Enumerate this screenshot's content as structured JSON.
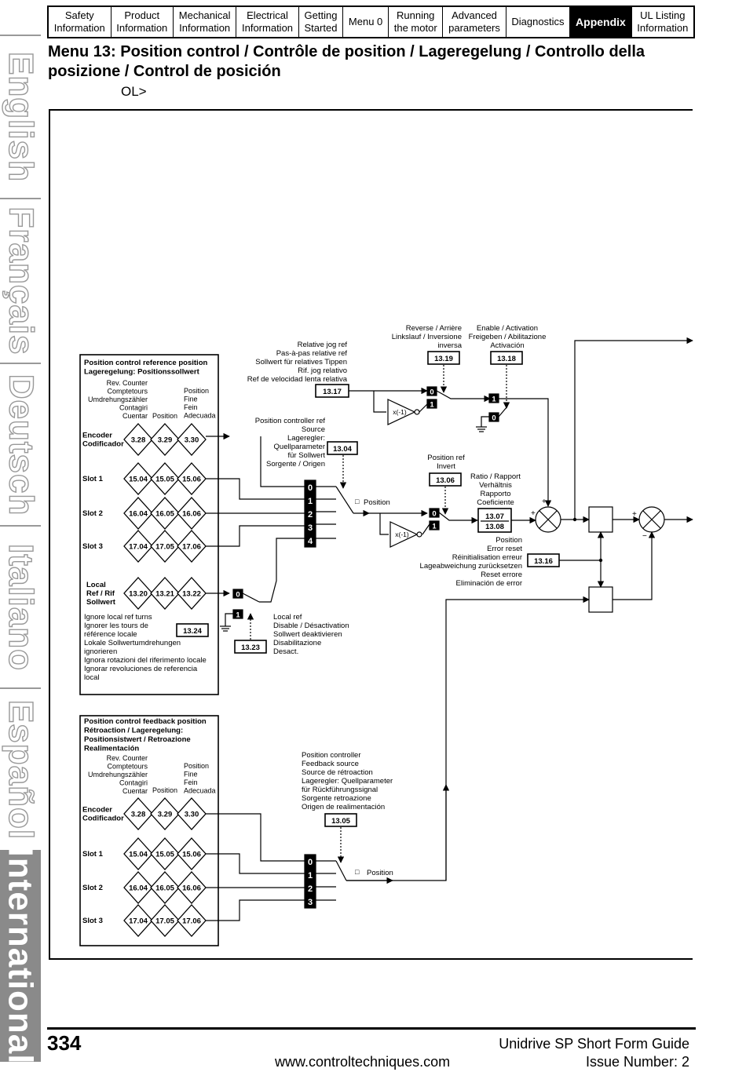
{
  "nav": {
    "tabs": [
      {
        "label": "Safety\nInformation"
      },
      {
        "label": "Product\nInformation"
      },
      {
        "label": "Mechanical\nInformation"
      },
      {
        "label": "Electrical\nInformation"
      },
      {
        "label": "Getting\nStarted"
      },
      {
        "label": "Menu 0"
      },
      {
        "label": "Running\nthe motor"
      },
      {
        "label": "Advanced\nparameters"
      },
      {
        "label": "Diagnostics"
      },
      {
        "label": "Appendix",
        "active": true
      },
      {
        "label": "UL Listing\nInformation"
      }
    ]
  },
  "side_tabs": [
    "English",
    "Français",
    "Deutsch",
    "Italiano",
    "Español",
    "International"
  ],
  "title": "Menu 13: Position control / Contrôle de position / Lageregelung / Controllo della posizione / Control de posición",
  "subtitle": "OL>",
  "diagram": {
    "ref_box": {
      "title": [
        "Position control reference position",
        "Lageregelung: Positionssollwert"
      ],
      "col_left": [
        "Rev. Counter",
        "Comptetours",
        "Umdrehungszähler",
        "Contagiri",
        "Cuentar"
      ],
      "col_right": [
        "Position",
        "Fine",
        "Fein",
        "Adecuada"
      ],
      "col_mid": "Position",
      "rows": [
        {
          "label": [
            "Encoder",
            "Codificador"
          ],
          "params": [
            "3.28",
            "3.29",
            "3.30"
          ]
        },
        {
          "label": [
            "Slot 1"
          ],
          "params": [
            "15.04",
            "15.05",
            "15.06"
          ]
        },
        {
          "label": [
            "Slot 2"
          ],
          "params": [
            "16.04",
            "16.05",
            "16.06"
          ]
        },
        {
          "label": [
            "Slot 3"
          ],
          "params": [
            "17.04",
            "17.05",
            "17.06"
          ]
        },
        {
          "label": [
            "Local",
            "Ref / Rif",
            "Sollwert"
          ],
          "params": [
            "13.20",
            "13.21",
            "13.22"
          ]
        }
      ],
      "ignore_text": [
        "Ignore local ref turns",
        "Ignorer les tours de",
        "référence locale",
        "Lokale Sollwertumdrehungen",
        "ignorieren",
        "Ignora rotazioni del riferimento locale",
        "Ignorar revoluciones de referencia",
        "local"
      ],
      "ignore_param": "13.24"
    },
    "fb_box": {
      "title": [
        "Position control feedback position",
        "Rétroaction / Lageregelung:",
        "Positionsistwert / Retroazione",
        "Realimentación"
      ],
      "rows": [
        {
          "label": [
            "Encoder",
            "Codificador"
          ],
          "params": [
            "3.28",
            "3.29",
            "3.30"
          ]
        },
        {
          "label": [
            "Slot 1"
          ],
          "params": [
            "15.04",
            "15.05",
            "15.06"
          ]
        },
        {
          "label": [
            "Slot 2"
          ],
          "params": [
            "16.04",
            "16.05",
            "16.06"
          ]
        },
        {
          "label": [
            "Slot 3"
          ],
          "params": [
            "17.04",
            "17.05",
            "17.06"
          ]
        }
      ]
    },
    "relative_jog": {
      "text": [
        "Relative jog ref",
        "Pas-à-pas relative ref",
        "Sollwert für relatives Tippen",
        "Rif. jog relativo",
        "Ref de velocidad lenta relativa"
      ],
      "param": "13.17"
    },
    "reverse": {
      "text": [
        "Reverse / Arrière",
        "Linkslauf / Inversione",
        "inversa"
      ],
      "param": "13.19"
    },
    "enable": {
      "text": [
        "Enable / Activation",
        "Freigeben / Abilitazione",
        "Activación"
      ],
      "param": "13.18"
    },
    "ref_source": {
      "text": [
        "Position controller ref",
        "Source",
        "Lageregler:",
        "Quellparameter",
        "für Sollwert",
        "Sorgente / Origen"
      ],
      "param": "13.04"
    },
    "pos_ref_invert": {
      "text": [
        "Position ref",
        "Invert"
      ],
      "param": "13.06"
    },
    "ratio": {
      "text": [
        "Ratio / Rapport",
        "Verhältnis",
        "Rapporto",
        "Coeficiente"
      ],
      "params": [
        "13.07",
        "13.08"
      ]
    },
    "error_reset": {
      "text": [
        "Position",
        "Error reset",
        "Réinitialisation erreur",
        "Lageabweichung zurücksetzen",
        "Reset errore",
        "Eliminación de error"
      ],
      "param": "13.16"
    },
    "local_ref": {
      "text": [
        "Local ref",
        "Disable / Désactivation",
        "Sollwert deaktivieren",
        "Disabilitazione",
        "Desact."
      ],
      "param": "13.23"
    },
    "fb_source": {
      "text": [
        "Position controller",
        "Feedback source",
        "Source de rétroaction",
        "Lageregler: Quellparameter",
        "für Rückführungssignal",
        "Sorgente retroazione",
        "Origen de realimentación"
      ],
      "param": "13.05"
    },
    "invert_label": "x(-1)",
    "position_label": "Position",
    "sel_ref": [
      "0",
      "1",
      "2",
      "3",
      "4"
    ],
    "sel_fb": [
      "0",
      "1",
      "2",
      "3"
    ],
    "sw0": "0",
    "sw1": "1"
  },
  "footer": {
    "page": "334",
    "guide": "Unidrive SP Short Form Guide",
    "url": "www.controltechniques.com",
    "issue": "Issue Number:  2"
  }
}
